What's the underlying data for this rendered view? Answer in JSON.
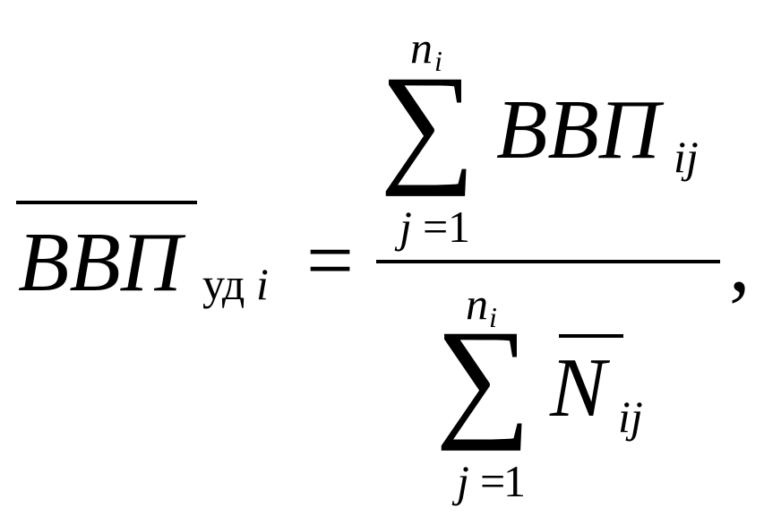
{
  "formula": {
    "lhs": {
      "symbol": "ВВП",
      "subscript_upright": "уд",
      "subscript_italic": "i"
    },
    "equals": "=",
    "numerator": {
      "sum_symbol": "∑",
      "upper_limit_var": "n",
      "upper_limit_sub": "i",
      "lower_limit_var": "j",
      "lower_limit_eq": "=",
      "lower_limit_val": "1",
      "term_symbol": "ВВП",
      "term_sub": "ij"
    },
    "denominator": {
      "sum_symbol": "∑",
      "upper_limit_var": "n",
      "upper_limit_sub": "i",
      "lower_limit_var": "j",
      "lower_limit_eq": "=",
      "lower_limit_val": "1",
      "term_symbol": "N",
      "term_sub": "ij"
    },
    "trailing": ","
  }
}
